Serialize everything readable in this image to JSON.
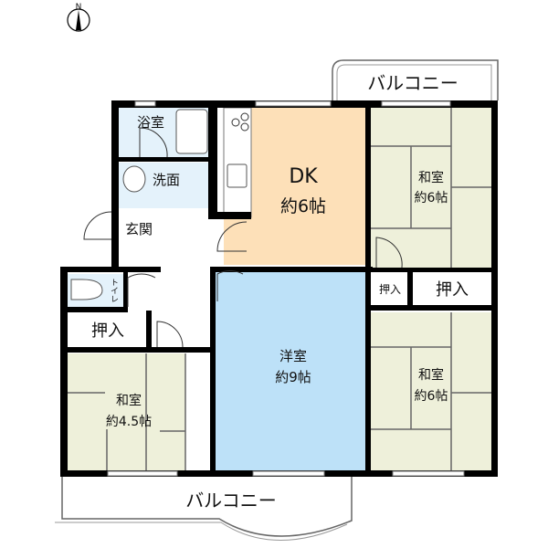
{
  "compass": {
    "label": "N"
  },
  "rooms": {
    "bath": "浴室",
    "washroom": "洗面",
    "entrance": "玄関",
    "toilet": "トイレ",
    "dk_name": "DK",
    "dk_size": "約6帖",
    "washitsu_top_name": "和室",
    "washitsu_top_size": "約6帖",
    "oshiire_small": "押入",
    "oshiire_right": "押入",
    "washitsu_right_name": "和室",
    "washitsu_right_size": "約6帖",
    "youshitsu_name": "洋室",
    "youshitsu_size": "約9帖",
    "oshiire_left": "押入",
    "washitsu_left_name": "和室",
    "washitsu_left_size": "約4.5帖"
  },
  "balcony_top": "バルコニー",
  "balcony_bottom": "バルコニー",
  "colors": {
    "wet_area": "#e4f2fb",
    "dk": "#fde0b8",
    "washitsu": "#eef0da",
    "youshitsu": "#bde1f8"
  }
}
